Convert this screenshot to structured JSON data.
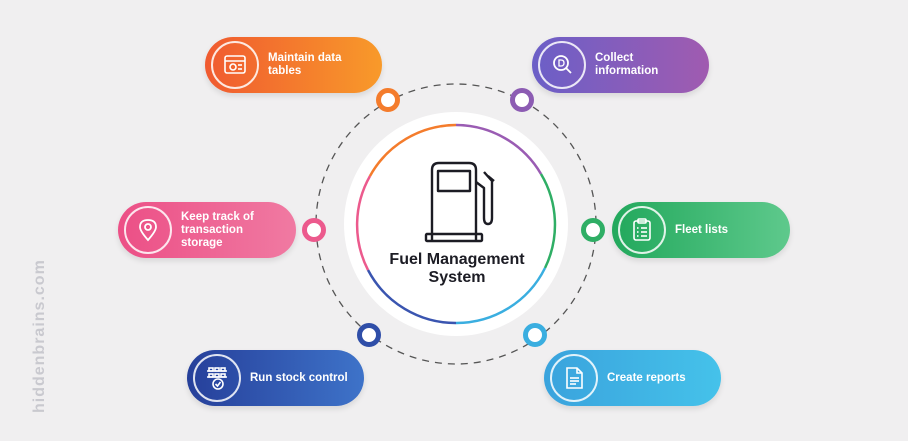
{
  "center": {
    "title_line1": "Fuel Management",
    "title_line2": "System"
  },
  "watermark": "hiddenbrains.com",
  "nodes": [
    {
      "label": "Maintain data tables",
      "icon": "data-table-icon",
      "color_start": "#f05a30",
      "color_end": "#f89a2a"
    },
    {
      "label": "Collect information",
      "icon": "magnifier-icon",
      "color_start": "#6b5fc7",
      "color_end": "#a05bb0"
    },
    {
      "label": "Keep track of transaction storage",
      "icon": "location-pin-icon",
      "color_start": "#ec4f86",
      "color_end": "#f07aa2"
    },
    {
      "label": "Fleet lists",
      "icon": "clipboard-icon",
      "color_start": "#22a85c",
      "color_end": "#5ec98c"
    },
    {
      "label": "Run stock control",
      "icon": "stock-shelf-icon",
      "color_start": "#263f9a",
      "color_end": "#3e73c9"
    },
    {
      "label": "Create reports",
      "icon": "document-icon",
      "color_start": "#3aa3dd",
      "color_end": "#45c2ea"
    }
  ]
}
